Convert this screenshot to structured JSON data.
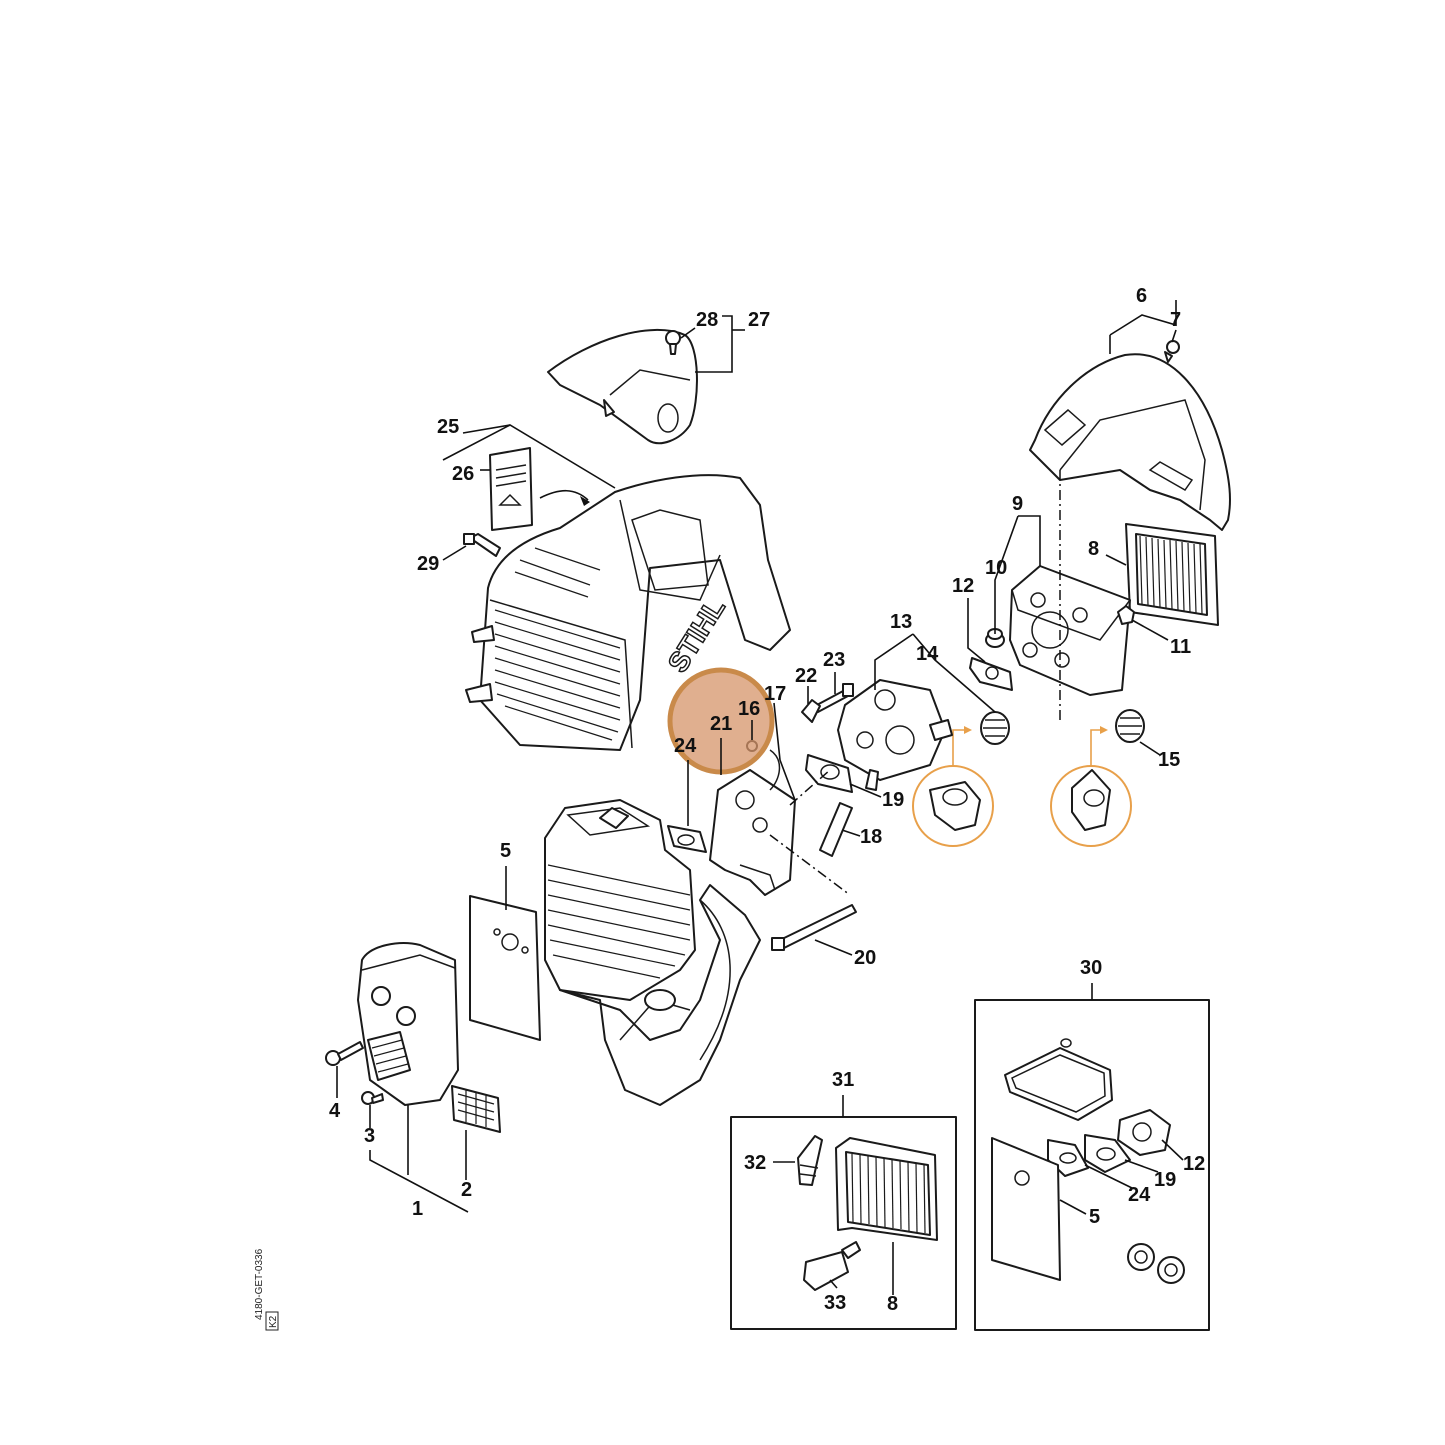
{
  "brand_text": "STIHL",
  "highlight_color": "#e8a04a",
  "highlight_fill": "#d6946a",
  "code_text": "4180-GET-0336",
  "code_box": "K2",
  "labels": {
    "l1": "1",
    "l2": "2",
    "l3": "3",
    "l4": "4",
    "l5": "5",
    "l6": "6",
    "l7": "7",
    "l8": "8",
    "l9": "9",
    "l10": "10",
    "l11": "11",
    "l12": "12",
    "l13": "13",
    "l14": "14",
    "l15": "15",
    "l16": "16",
    "l17": "17",
    "l18": "18",
    "l19": "19",
    "l20": "20",
    "l21": "21",
    "l22": "22",
    "l23": "23",
    "l24": "24",
    "l25": "25",
    "l26": "26",
    "l27": "27",
    "l28": "28",
    "l29": "29",
    "l30": "30",
    "l31": "31",
    "k32": "32",
    "k33": "33",
    "k8": "8",
    "k12": "12",
    "k19": "19",
    "k24": "24",
    "k5": "5"
  }
}
